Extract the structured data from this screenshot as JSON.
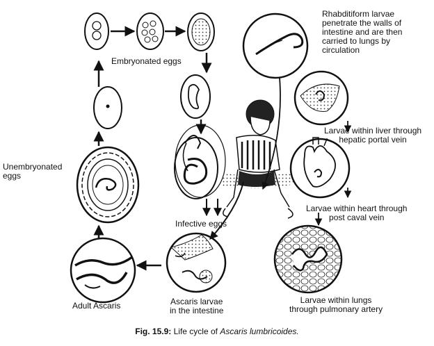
{
  "labels": {
    "embryonated": "Embryonated eggs",
    "rhabditiform": [
      "Rhabditiform larvae",
      "penetrate the walls of",
      "intestine and are then",
      "carried to lungs by",
      "circulation"
    ],
    "liver": [
      "Larvae within liver through",
      "hepatic portal vein"
    ],
    "heart": [
      "Larvae within heart through",
      "post caval vein"
    ],
    "lungs": [
      "Larvae within lungs",
      "through pulmonary artery"
    ],
    "unembryonated": [
      "Unembryonated",
      "eggs"
    ],
    "infective": "Infective eggs",
    "adult": "Adult Ascaris",
    "intestine": [
      "Ascaris larvae",
      "in the intestine"
    ]
  },
  "caption": {
    "fig": "Fig. 15.9:",
    "text": "Life cycle of",
    "species": "Ascaris lumbricoides."
  },
  "colors": {
    "ink": "#111111",
    "paper": "#ffffff",
    "stipple": "#555555"
  }
}
